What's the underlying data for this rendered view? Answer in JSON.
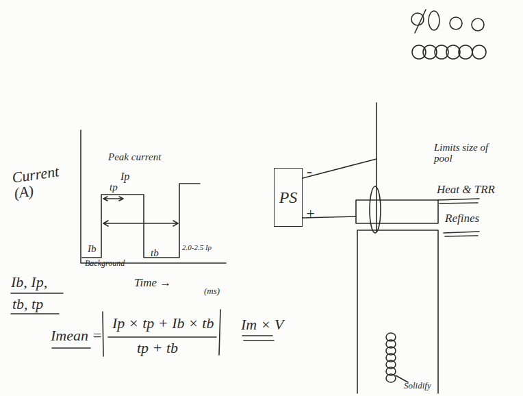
{
  "diagram": {
    "nodes": [
      {
        "text": [
          "PS"
        ]
      }
    ],
    "labels": [
      "Current (A)",
      "Peak current",
      "Ip",
      "tp",
      "Ib",
      "Background",
      "tb",
      "2.0-2.5 Ip",
      "Time →",
      "(ms)",
      "Ib, Ip,",
      "tb, tp",
      "Imean =",
      "Ip × tp + Ib × tb",
      "tp + tb",
      "Im × V",
      "-",
      "+",
      "Limits size of pool",
      "Heat & TRR",
      "Refines",
      "Solidify"
    ]
  }
}
